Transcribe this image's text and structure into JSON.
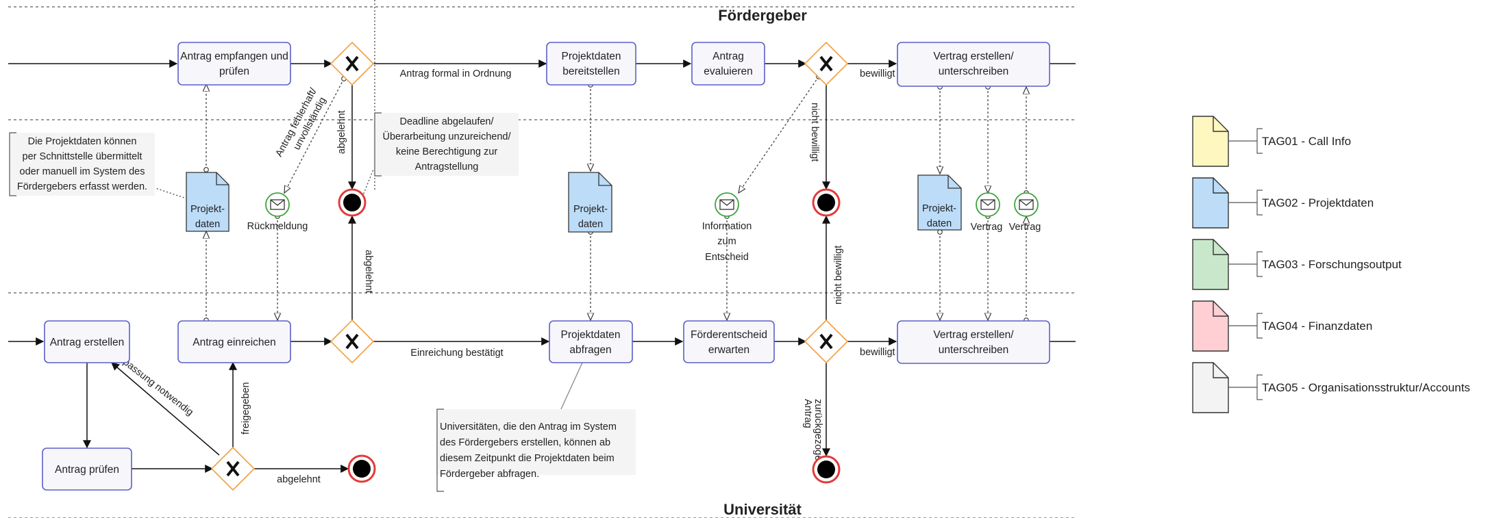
{
  "lanes": {
    "top": "Fördergeber",
    "bottom": "Universität"
  },
  "tasks": {
    "antrag_empfangen_1": "Antrag empfangen und",
    "antrag_empfangen_2": "prüfen",
    "projektdaten_bereit_1": "Projektdaten",
    "projektdaten_bereit_2": "bereitstellen",
    "antrag_eval_1": "Antrag",
    "antrag_eval_2": "evaluieren",
    "vertrag_top_1": "Vertrag erstellen/",
    "vertrag_top_2": "unterschreiben",
    "antrag_erstellen": "Antrag erstellen",
    "antrag_einreichen": "Antrag einreichen",
    "projektdaten_abfragen_1": "Projektdaten",
    "projektdaten_abfragen_2": "abfragen",
    "foerderentscheid_1": "Förderentscheid",
    "foerderentscheid_2": "erwarten",
    "vertrag_bottom_1": "Vertrag erstellen/",
    "vertrag_bottom_2": "unterschreiben",
    "antrag_pruefen": "Antrag prüfen"
  },
  "flows": {
    "formal_ok": "Antrag formal in Ordnung",
    "bewilligt_top": "bewilligt",
    "bewilligt_bottom": "bewilligt",
    "fehlerhaft_1": "Antrag fehlerhaft/",
    "fehlerhaft_2": "unvollständig",
    "abgelehnt_top": "abgelehnt",
    "abgelehnt_mid": "abgelehnt",
    "abgelehnt_bottom": "abgelehnt",
    "nicht_bewilligt_top": "nicht bewilligt",
    "nicht_bewilligt_bottom": "nicht bewilligt",
    "einreichung": "Einreichung bestätigt",
    "freigegeben": "freigegeben",
    "anpassung": "Anpassung notwendig",
    "zurueckgezogen_1": "Antrag",
    "zurueckgezogen_2": "zurückgezogen"
  },
  "events": {
    "rueckmeldung": "Rückmeldung",
    "information_1": "Information",
    "information_2": "zum",
    "information_3": "Entscheid",
    "vertrag_1": "Vertrag",
    "vertrag_2": "Vertrag"
  },
  "documents": {
    "projektdaten_1a": "Projekt-",
    "projektdaten_1b": "daten",
    "projektdaten_2a": "Projekt-",
    "projektdaten_2b": "daten",
    "projektdaten_3a": "Projekt-",
    "projektdaten_3b": "daten"
  },
  "notes": {
    "schnittstelle": [
      "Die Projektdaten können",
      "per Schnittstelle übermittelt",
      "oder manuell im System des",
      "Fördergebers erfasst werden."
    ],
    "deadline": [
      "Deadline abgelaufen/",
      "Überarbeitung unzureichend/",
      "keine Berechtigung zur",
      "Antragstellung"
    ],
    "universitaeten": [
      "Universitäten, die den Antrag im System",
      "des Fördergebers erstellen, können ab",
      "diesem Zeitpunkt die Projektdaten beim",
      "Fördergeber abfragen."
    ]
  },
  "legend": [
    {
      "label": "TAG01 - Call Info",
      "color": "#fff7c0"
    },
    {
      "label": "TAG02 - Projektdaten",
      "color": "#bcdcf8"
    },
    {
      "label": "TAG03 - Forschungsoutput",
      "color": "#c9e8cb"
    },
    {
      "label": "TAG04 - Finanzdaten",
      "color": "#ffcfd4"
    },
    {
      "label": "TAG05 - Organisationsstruktur/Accounts",
      "color": "#f3f3f3"
    }
  ],
  "colors": {
    "task_border": "#5a5fc8",
    "gateway_border": "#f0a040",
    "end_event": "#e23b3b",
    "message_event": "#3aa53a",
    "document_fill": "#bcdcf8"
  }
}
